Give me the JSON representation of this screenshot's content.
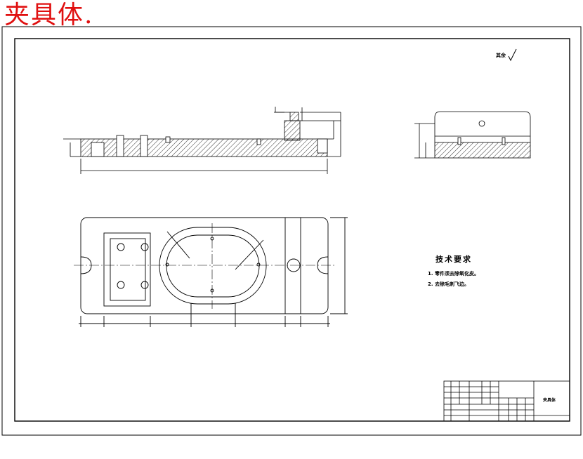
{
  "title": "夹具体.",
  "roughness_note": "其余",
  "technical_requirements": {
    "heading": "技术要求",
    "items": [
      "1. 零件须去除氧化皮。",
      "2. 去除毛刺飞边。"
    ]
  },
  "title_block": {
    "drawing_name": "夹具体"
  },
  "colors": {
    "title": "#e01010",
    "lines": "#000000",
    "background": "#ffffff"
  }
}
